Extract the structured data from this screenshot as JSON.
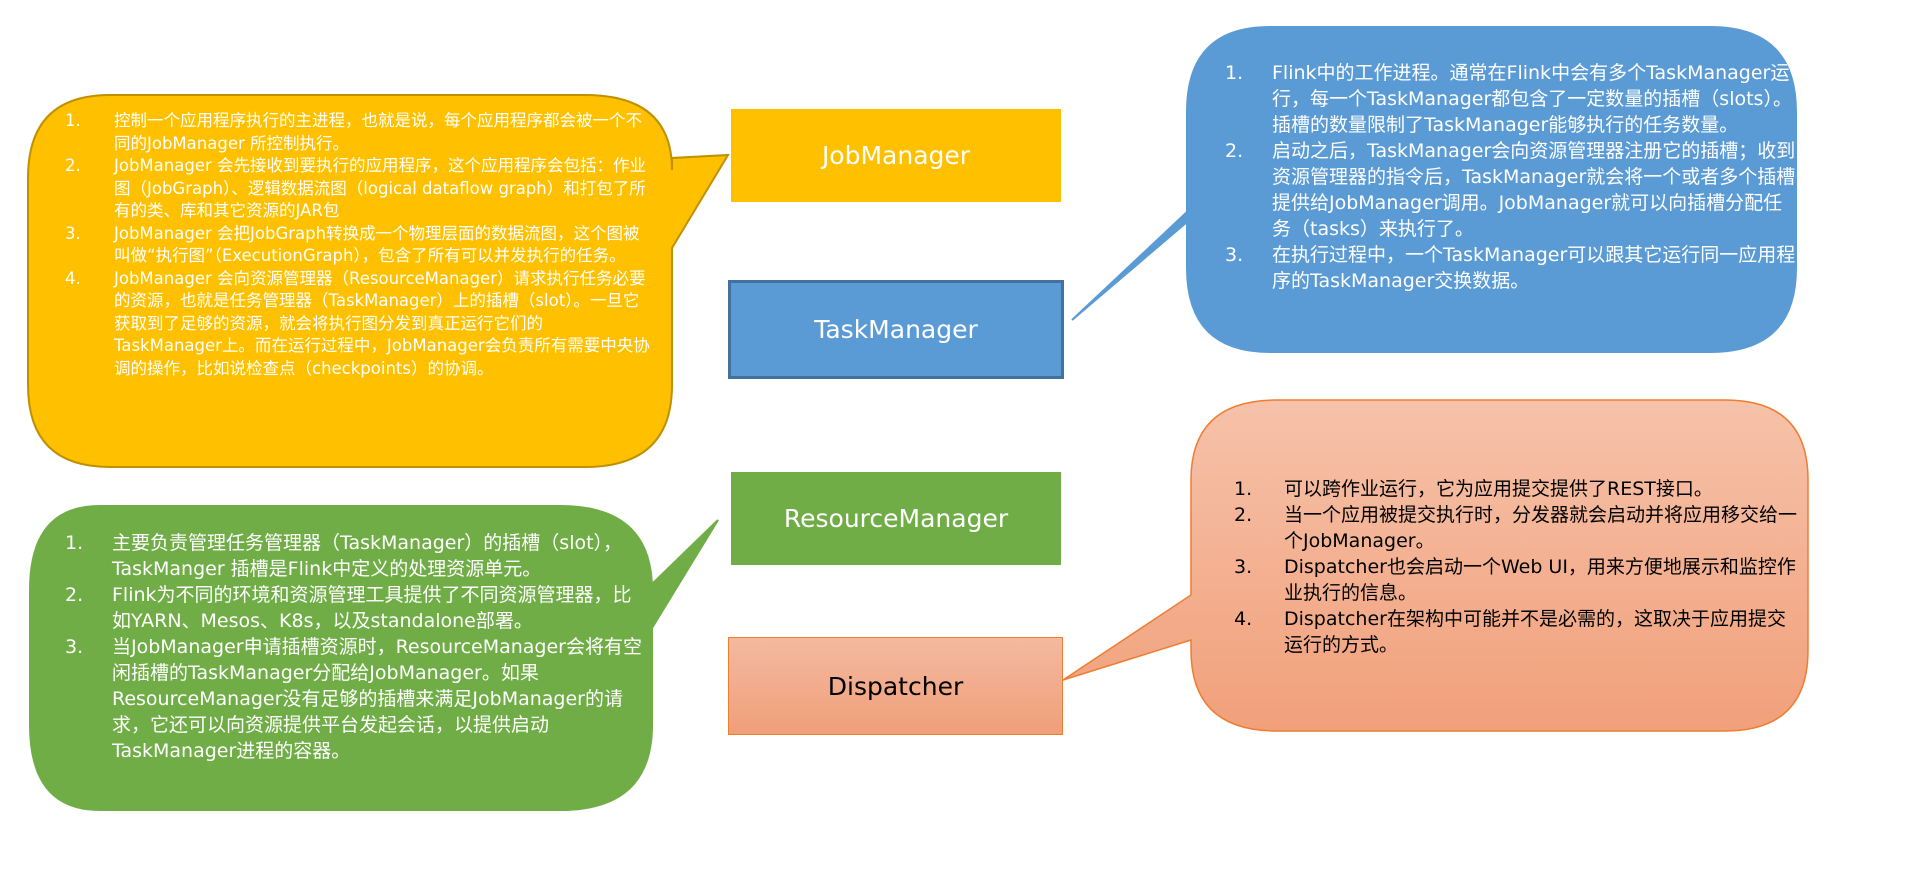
{
  "colors": {
    "jobmanager": "#FFC000",
    "taskmanager": "#5B9BD5",
    "resourcemanager": "#70AD47",
    "dispatcher": "#F4B183",
    "white_text": "#FFFFFF",
    "dark_text": "#000000"
  },
  "components": {
    "jobmanager": "JobManager",
    "taskmanager": "TaskManager",
    "resourcemanager": "ResourceManager",
    "dispatcher": "Dispatcher"
  },
  "jobmanager_callout": {
    "items": [
      "控制一个应用程序执行的主进程，也就是说，每个应用程序都会被一个不同的JobManager 所控制执行。",
      "JobManager 会先接收到要执行的应用程序，这个应用程序会包括：作业图（JobGraph）、逻辑数据流图（logical dataflow graph）和打包了所有的类、库和其它资源的JAR包",
      "JobManager 会把JobGraph转换成一个物理层面的数据流图，这个图被叫做“执行图”（ExecutionGraph），包含了所有可以并发执行的任务。",
      "JobManager 会向资源管理器（ResourceManager）请求执行任务必要的资源，也就是任务管理器（TaskManager）上的插槽（slot）。一旦它获取到了足够的资源，就会将执行图分发到真正运行它们的TaskManager上。而在运行过程中，JobManager会负责所有需要中央协调的操作，比如说检查点（checkpoints）的协调。"
    ]
  },
  "taskmanager_callout": {
    "items": [
      "Flink中的工作进程。通常在Flink中会有多个TaskManager运行，每一个TaskManager都包含了一定数量的插槽（slots）。插槽的数量限制了TaskManager能够执行的任务数量。",
      "启动之后，TaskManager会向资源管理器注册它的插槽；收到资源管理器的指令后，TaskManager就会将一个或者多个插槽提供给JobManager调用。JobManager就可以向插槽分配任务（tasks）来执行了。",
      "在执行过程中，一个TaskManager可以跟其它运行同一应用程序的TaskManager交换数据。"
    ]
  },
  "resourcemanager_callout": {
    "items": [
      "主要负责管理任务管理器（TaskManager）的插槽（slot），TaskManger 插槽是Flink中定义的处理资源单元。",
      "Flink为不同的环境和资源管理工具提供了不同资源管理器，比如YARN、Mesos、K8s，以及standalone部署。",
      "当JobManager申请插槽资源时，ResourceManager会将有空闲插槽的TaskManager分配给JobManager。如果ResourceManager没有足够的插槽来满足JobManager的请求，它还可以向资源提供平台发起会话，以提供启动TaskManager进程的容器。"
    ]
  },
  "dispatcher_callout": {
    "items": [
      "可以跨作业运行，它为应用提交提供了REST接口。",
      "当一个应用被提交执行时，分发器就会启动并将应用移交给一个JobManager。",
      "Dispatcher也会启动一个Web UI，用来方便地展示和监控作业执行的信息。",
      "Dispatcher在架构中可能并不是必需的，这取决于应用提交运行的方式。"
    ]
  }
}
